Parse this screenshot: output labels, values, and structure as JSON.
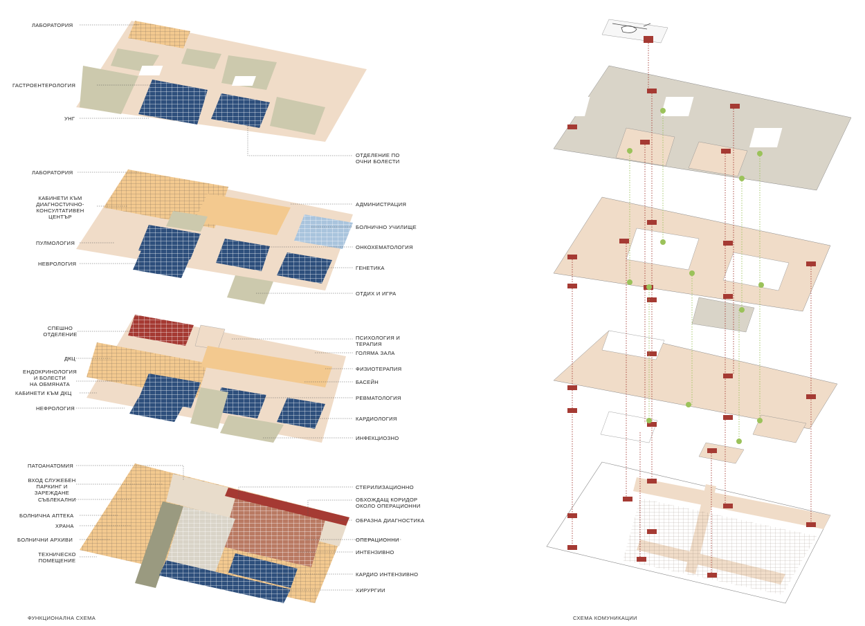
{
  "captions": {
    "functional": "ФУНКЦИОНАЛНА СХЕМА",
    "communications": "СХЕМА КОМУНИКАЦИИ"
  },
  "colors": {
    "beige": "#f0dcc8",
    "orange": "#f3c98f",
    "blue": "#2e4f7c",
    "olive": "#ccc9ad",
    "red": "#a53a33",
    "lightblue": "#a9c4dd",
    "grey": "#d9d4c8",
    "green": "#9bc25a"
  },
  "levels": {
    "level4": {
      "left": [
        "ЛАБОРАТОРИЯ",
        "ГАСТРОЕНТЕРОЛОГИЯ",
        "УНГ"
      ],
      "right": [
        "ОТДЕЛЕНИЕ ПО\nОЧНИ БОЛЕСТИ"
      ]
    },
    "level3": {
      "left": [
        "ЛАБОРАТОРИЯ",
        "КАБИНЕТИ КЪМ\nДИАГНОСТИЧНО-\nКОНСУЛТАТИВЕН\nЦЕНТЪР",
        "ПУЛМОЛОГИЯ",
        "НЕВРОЛОГИЯ"
      ],
      "right": [
        "АДМИНИСТРАЦИЯ",
        "БОЛНИЧНО УЧИЛИЩЕ",
        "ОНКОХЕМАТОЛОГИЯ",
        "ГЕНЕТИКА",
        "ОТДИХ И ИГРА"
      ]
    },
    "level2": {
      "left": [
        "СПЕШНО\nОТДЕЛЕНИЕ",
        "ДКЦ",
        "ЕНДОКРИНОЛОГИЯ\nИ БОЛЕСТИ\nНА ОБМЯНАТА",
        "КАБИНЕТИ КЪМ ДКЦ",
        "НЕФРОЛОГИЯ"
      ],
      "right": [
        "ПСИХОЛОГИЯ И\nТЕРАПИЯ",
        "ГОЛЯМА ЗАЛА",
        "ФИЗИОТЕРАПИЯ",
        "БАСЕЙН",
        "РЕВМАТОЛОГИЯ",
        "КАРДИОЛОГИЯ",
        "ИНФЕКЦИОЗНО"
      ]
    },
    "level1": {
      "left": [
        "ПАТОАНАТОМИЯ",
        "ВХОД СЛУЖЕБЕН\nПАРКИНГ И\nЗАРЕЖДАНЕ",
        "СЪБЛЕКАЛНИ",
        "БОЛНИЧНА АПТЕКА",
        "ХРАНА",
        "БОЛНИЧНИ АРХИВИ",
        "ТЕХНИЧЕСКО\nПОМЕЩЕНИЕ"
      ],
      "right": [
        "СТЕРИЛИЗАЦИОННО",
        "ОБХОЖДАЩ КОРИДОР\nОКОЛО ОПЕРАЦИОННИ",
        "ОБРАЗНА ДИАГНОСТИКА",
        "ОПЕРАЦИОННИ",
        "ИНТЕНЗИВНО",
        "КАРДИО ИНТЕНЗИВНО",
        "ХИРУРГИИ"
      ]
    }
  }
}
